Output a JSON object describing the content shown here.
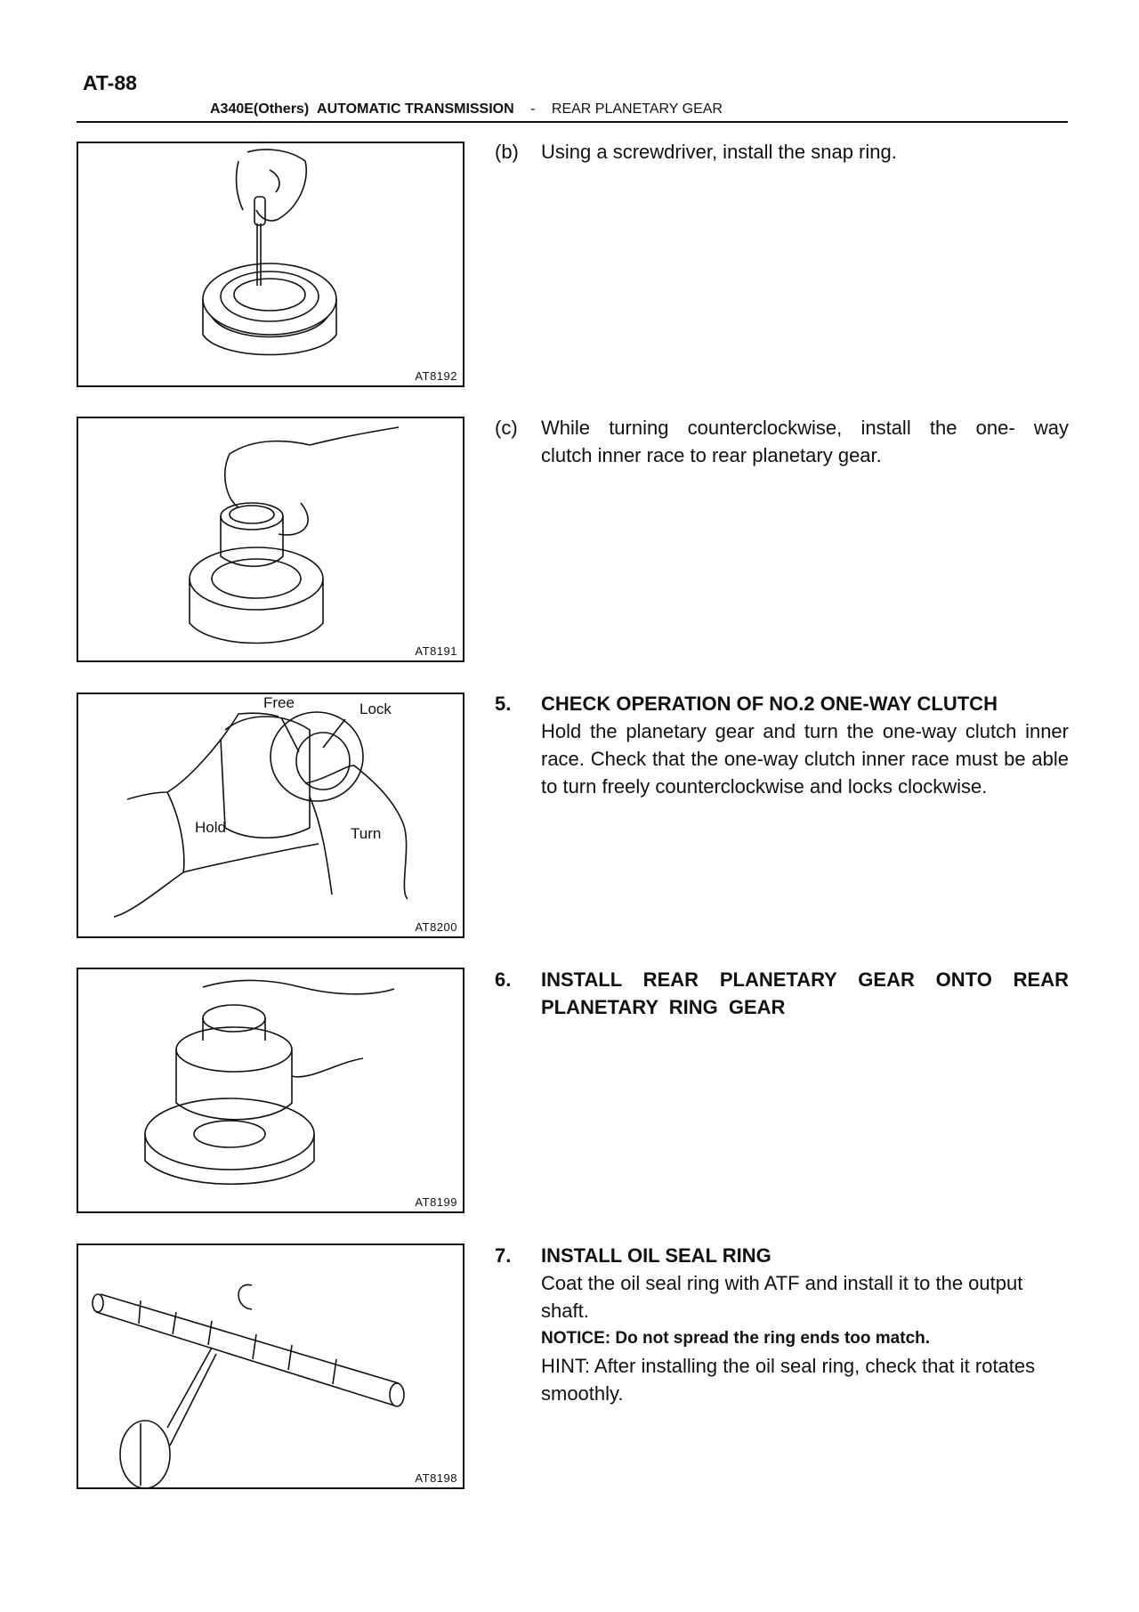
{
  "header": {
    "page_number": "AT-88",
    "model": "A340E(Others)",
    "manual": "AUTOMATIC TRANSMISSION",
    "separator": "-",
    "section": "REAR PLANETARY GEAR"
  },
  "figures": [
    {
      "code": "AT8192",
      "caption": "screwdriver installing snap ring on planetary gear"
    },
    {
      "code": "AT8191",
      "caption": "installing one-way clutch inner race"
    },
    {
      "code": "AT8200",
      "caption": "checking one-way clutch",
      "labels": {
        "free": "Free",
        "lock": "Lock",
        "hold": "Hold",
        "turn": "Turn"
      }
    },
    {
      "code": "AT8199",
      "caption": "installing rear planetary gear onto ring gear"
    },
    {
      "code": "AT8198",
      "caption": "oil seal ring on output shaft"
    }
  ],
  "steps": {
    "b": {
      "label": "(b)",
      "text": "Using a screwdriver, install the snap ring."
    },
    "c": {
      "label": "(c)",
      "line1": "While turning counterclockwise, install the one- way",
      "line2": "clutch inner race to rear planetary gear."
    },
    "s5": {
      "num": "5.",
      "title": "CHECK OPERATION OF NO.2 ONE-WAY CLUTCH",
      "text": "Hold the planetary gear and turn the one-way clutch inner race. Check that the one-way clutch inner race must be able to turn freely counterclockwise and locks clockwise."
    },
    "s6": {
      "num": "6.",
      "title": "INSTALL REAR PLANETARY GEAR ONTO REAR PLANETARY RING GEAR"
    },
    "s7": {
      "num": "7.",
      "title": "INSTALL OIL SEAL RING",
      "text": "Coat the oil seal ring with ATF and install it to the output shaft.",
      "notice": "NOTICE: Do not spread the ring ends too match.",
      "hint": "HINT: After installing the oil seal ring, check that it rotates smoothly."
    }
  }
}
